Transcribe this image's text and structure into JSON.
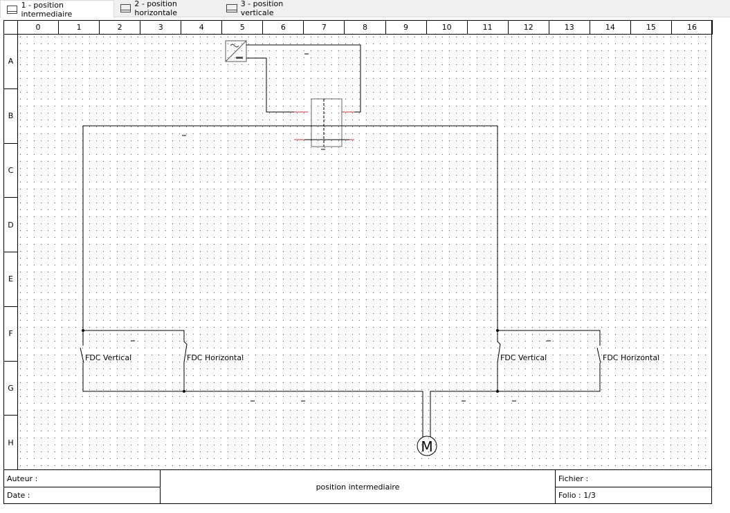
{
  "tabs": [
    {
      "label": "1 - position intermediaire",
      "active": true
    },
    {
      "label": "2 - position horizontale"
    },
    {
      "label": "3 - position verticale"
    }
  ],
  "columns": [
    "0",
    "1",
    "2",
    "3",
    "4",
    "5",
    "6",
    "7",
    "8",
    "9",
    "10",
    "11",
    "12",
    "13",
    "14",
    "15",
    "16"
  ],
  "rows": [
    "A",
    "B",
    "C",
    "D",
    "E",
    "F",
    "G",
    "H"
  ],
  "components": {
    "switches": [
      "FDC Vertical",
      "FDC Horizontal",
      "FDC Vertical",
      "FDC Horizontal"
    ],
    "motor": "M"
  },
  "title_block": {
    "author": "Auteur :",
    "date": "Date :",
    "title": "position intermediaire",
    "file": "Fichier :",
    "folio": "Folio : 1/3"
  }
}
